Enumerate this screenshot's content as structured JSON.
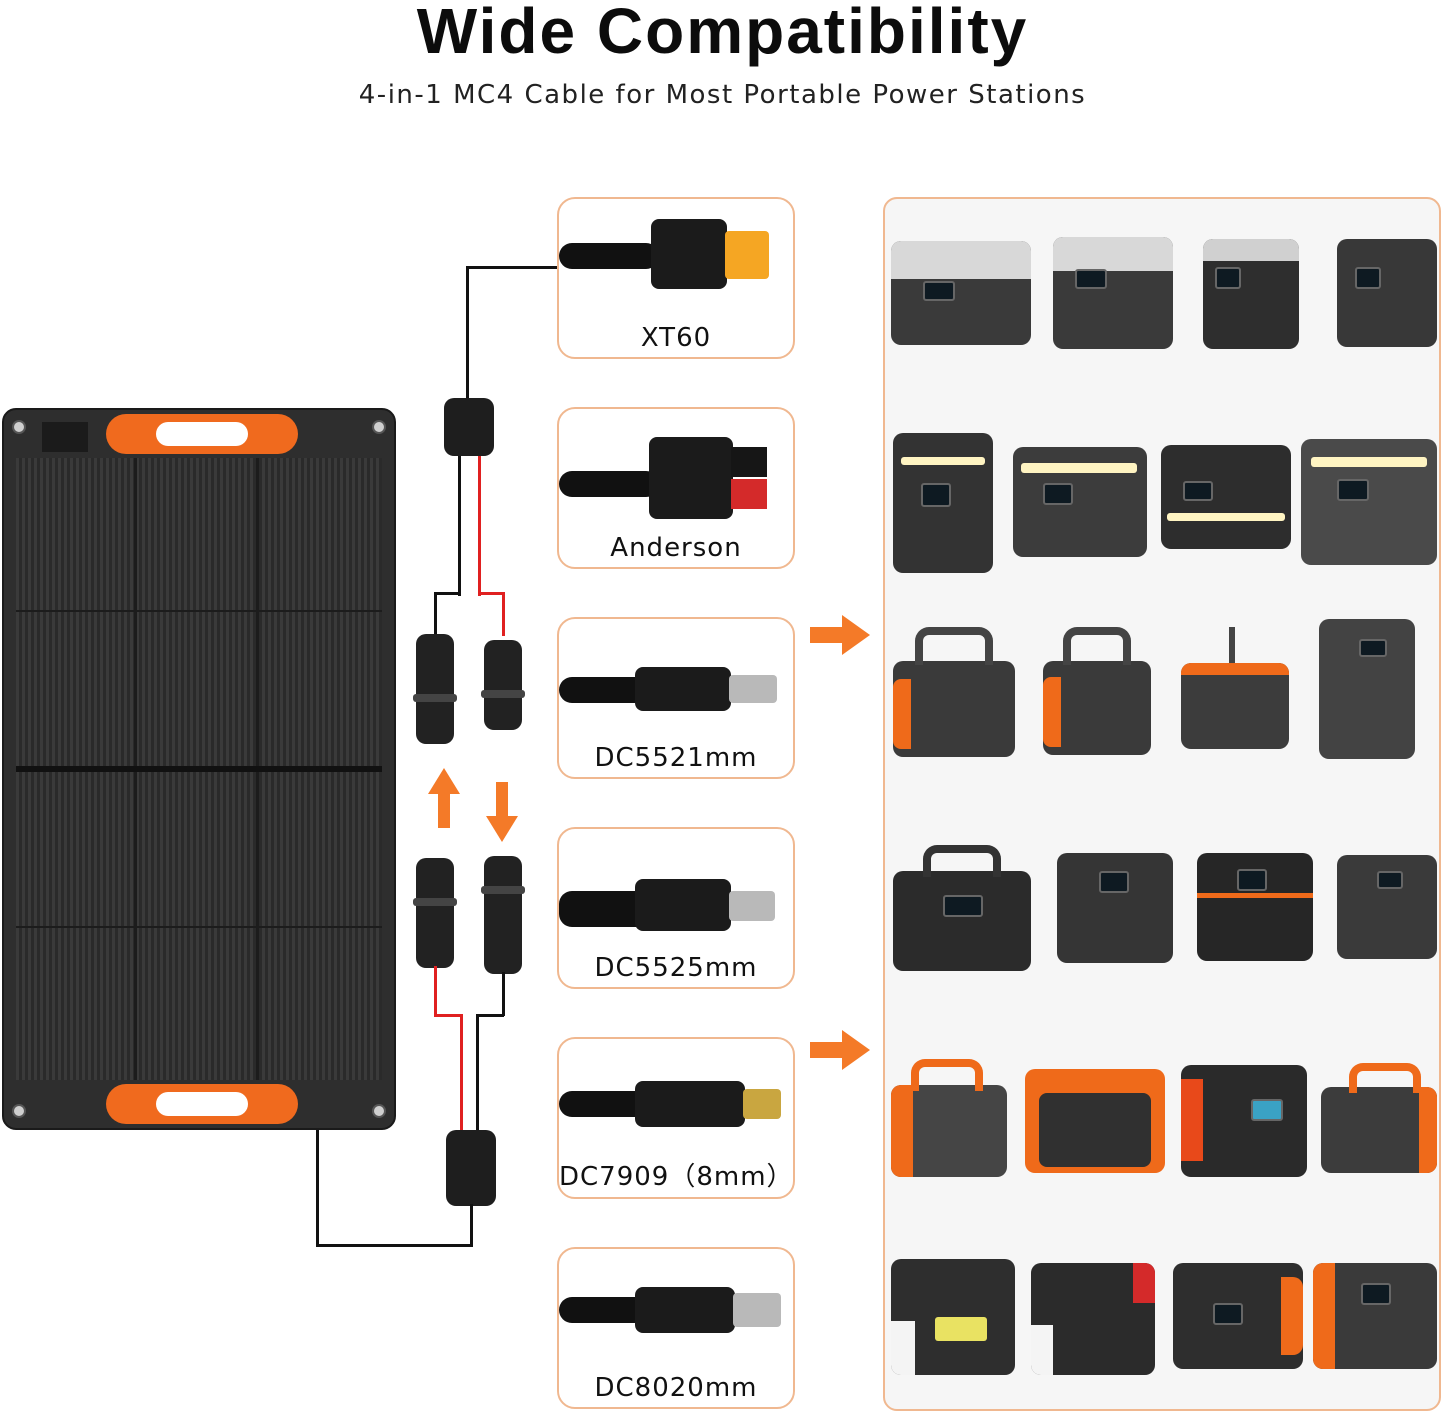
{
  "header": {
    "title": "Wide Compatibility",
    "subtitle": "4-in-1 MC4 Cable for Most Portable Power Stations"
  },
  "connectors": [
    {
      "label": "XT60"
    },
    {
      "label": "Anderson"
    },
    {
      "label": "DC5521mm"
    },
    {
      "label": "DC5525mm"
    },
    {
      "label": "DC7909（8mm）"
    },
    {
      "label": "DC8020mm"
    }
  ],
  "colors": {
    "accent": "#f47a28",
    "card_border": "#f0b890",
    "wire_black": "#111111",
    "wire_red": "#e02020"
  },
  "devices": {
    "rows": 6,
    "columns": 4
  }
}
